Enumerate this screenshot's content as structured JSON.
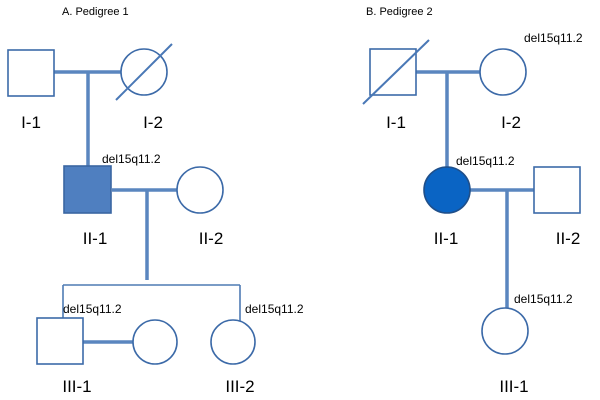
{
  "pedigree1": {
    "title": "A.   Pedigree 1",
    "labels": {
      "I_1": "I-1",
      "I_2": "I-2",
      "II_1": "II-1",
      "II_2": "II-2",
      "III_1": "III-1",
      "III_2": "III-2"
    },
    "annotations": {
      "II_1": "del15q11.2",
      "III_1": "del15q11.2",
      "III_2": "del15q11.2"
    }
  },
  "pedigree2": {
    "title": "B.  Pedigree 2",
    "labels": {
      "I_1": "I-1",
      "I_2": "I-2",
      "II_1": "II-1",
      "II_2": "II-2",
      "III_1": "III-1"
    },
    "annotations": {
      "I_2": "del15q11.2",
      "II_1": "del15q11.2",
      "III_1": "del15q11.2"
    }
  },
  "colors": {
    "line": "#5a86bf",
    "affected_male": "#4f7fc0",
    "affected_female": "#0a64c4"
  }
}
